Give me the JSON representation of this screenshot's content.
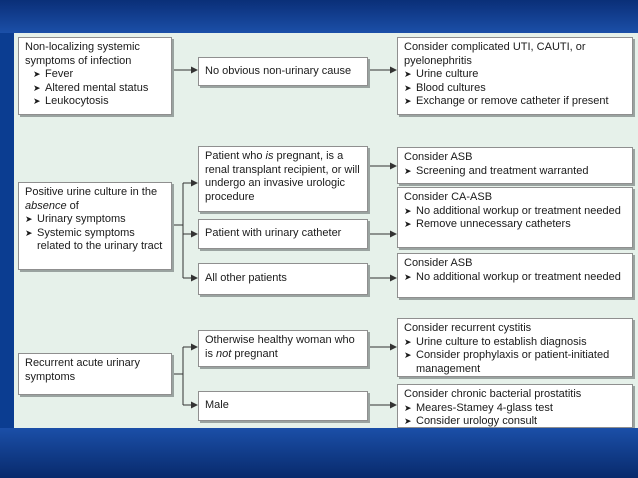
{
  "rows": {
    "systemic": {
      "condition": {
        "lines": [
          "Non-localizing systemic",
          "symptoms of infection"
        ],
        "bullets": [
          "Fever",
          "Altered mental status",
          "Leukocytosis"
        ]
      },
      "criterion": "No obvious non-urinary cause",
      "outcome": {
        "lines": [
          "Consider complicated UTI, CAUTI, or",
          "pyelonephritis"
        ],
        "bullets": [
          "Urine culture",
          "Blood cultures",
          "Exchange or remove catheter if present"
        ]
      }
    },
    "positive_culture": {
      "condition": {
        "line1": "Positive urine culture in the",
        "line2_italic": "absence",
        "line2_rest": " of",
        "bullets": [
          "Urinary symptoms",
          "Systemic symptoms related to the urinary tract"
        ]
      },
      "branches": [
        {
          "criterion_pre": "Patient who ",
          "criterion_italic": "is",
          "criterion_post": " pregnant, is a renal transplant recipient, or will undergo an invasive urologic procedure",
          "outcome_title": "Consider ASB",
          "outcome_bullets": [
            "Screening and treatment warranted"
          ]
        },
        {
          "criterion": "Patient with urinary catheter",
          "outcome_title": "Consider CA-ASB",
          "outcome_bullets": [
            "No additional workup or treatment needed",
            "Remove unnecessary catheters"
          ]
        },
        {
          "criterion": "All other patients",
          "outcome_title": "Consider ASB",
          "outcome_bullets": [
            "No additional workup or treatment needed"
          ]
        }
      ]
    },
    "recurrent": {
      "condition": {
        "lines": [
          "Recurrent acute urinary",
          "symptoms"
        ]
      },
      "branches": [
        {
          "criterion_pre": "Otherwise healthy woman who is ",
          "criterion_italic": "not",
          "criterion_post": " pregnant",
          "outcome_title": "Consider recurrent cystitis",
          "outcome_bullets": [
            "Urine culture to establish diagnosis",
            "Consider prophylaxis or patient-initiated management"
          ]
        },
        {
          "criterion": "Male",
          "outcome_title": "Consider chronic bacterial prostatitis",
          "outcome_bullets": [
            "Meares-Stamey 4-glass test",
            "Consider urology consult"
          ]
        }
      ]
    }
  },
  "colors": {
    "band": "#0b3d91",
    "panel": "#e6f1ea",
    "box_border": "#8f8f8f",
    "connector": "#333333"
  }
}
